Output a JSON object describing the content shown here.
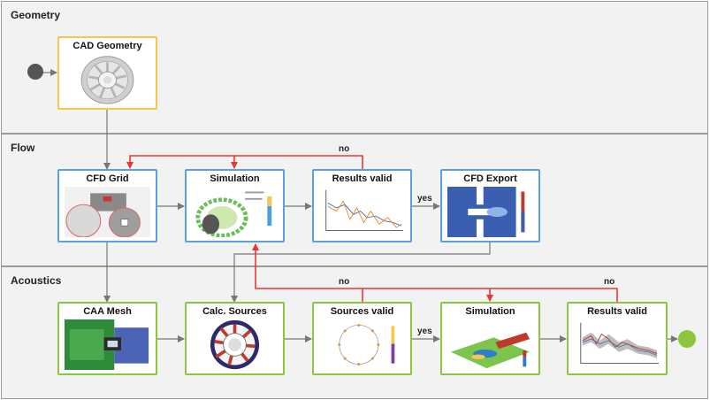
{
  "lanes": {
    "geometry": "Geometry",
    "flow": "Flow",
    "acoustics": "Acoustics"
  },
  "boxes": {
    "cad_geometry": "CAD Geometry",
    "cfd_grid": "CFD Grid",
    "simulation_flow": "Simulation",
    "results_valid_flow": "Results valid",
    "cfd_export": "CFD Export",
    "caa_mesh": "CAA Mesh",
    "calc_sources": "Calc. Sources",
    "sources_valid": "Sources valid",
    "simulation_acoustics": "Simulation",
    "results_valid_acoustics": "Results valid"
  },
  "edge_labels": {
    "flow_no": "no",
    "flow_yes": "yes",
    "acoustics_no_1": "no",
    "acoustics_no_2": "no",
    "acoustics_yes": "yes"
  },
  "colors": {
    "geometry_border": "#f2c94c",
    "flow_border": "#5aa0e6",
    "acoustics_border": "#8cc63f",
    "feedback_arrow": "#e53935",
    "arrow": "#777777",
    "start_node": "#555555",
    "end_node": "#8cc63f"
  }
}
